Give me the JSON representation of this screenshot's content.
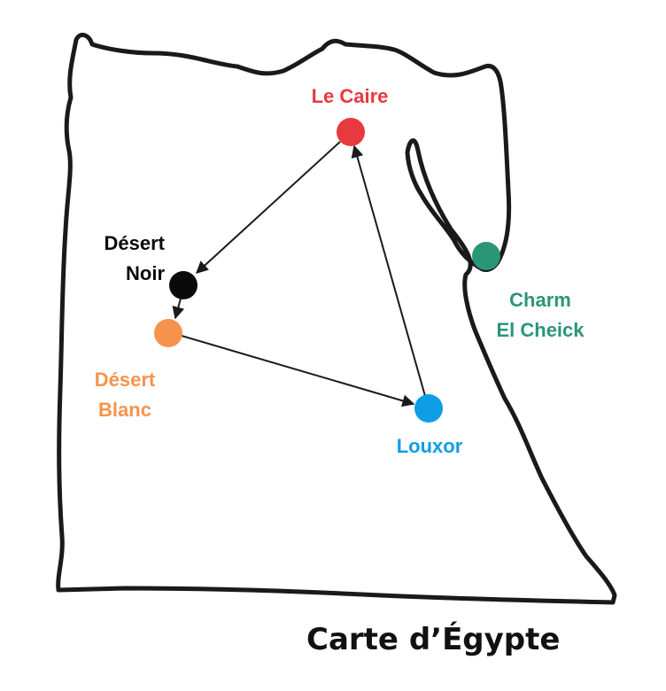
{
  "title": "Carte d’Égypte",
  "colors": {
    "outline": "#1a1a1a",
    "route": "#1a1a1a"
  },
  "cities": {
    "le_caire": {
      "lines": [
        "Le Caire"
      ],
      "color": "#e8393f"
    },
    "desert_noir": {
      "lines": [
        "Désert",
        "Noir"
      ],
      "color": "#0a0a0a"
    },
    "desert_blanc": {
      "lines": [
        "Désert",
        "Blanc"
      ],
      "color": "#f7934c"
    },
    "louxor": {
      "lines": [
        "Louxor"
      ],
      "color": "#0d9ee6"
    },
    "charm_el_cheick": {
      "lines": [
        "Charm",
        "El Cheick"
      ],
      "color": "#2a9677"
    }
  },
  "route": [
    "le_caire",
    "desert_noir",
    "desert_blanc",
    "louxor",
    "le_caire"
  ]
}
